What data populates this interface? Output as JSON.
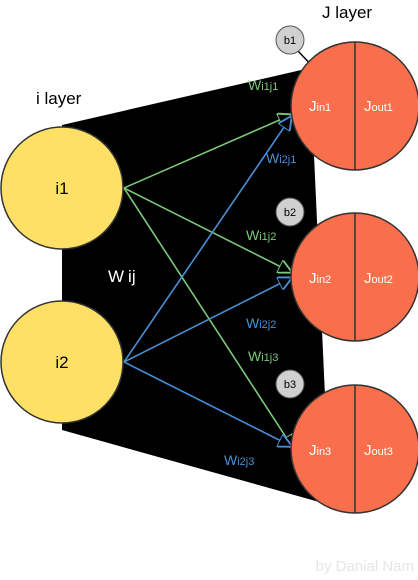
{
  "labels": {
    "i_layer": "i layer",
    "j_layer": "J layer",
    "wij_main": "W",
    "wij_sub": "ij",
    "credit": "by Danial Nam"
  },
  "input_nodes": [
    {
      "label": "i1"
    },
    {
      "label": "i2"
    }
  ],
  "output_nodes": [
    {
      "in_main": "J",
      "in_sub": "in1",
      "out_main": "J",
      "out_sub": "out1",
      "bias": "b1"
    },
    {
      "in_main": "J",
      "in_sub": "in2",
      "out_main": "J",
      "out_sub": "out2",
      "bias": "b2"
    },
    {
      "in_main": "J",
      "in_sub": "in3",
      "out_main": "J",
      "out_sub": "out3",
      "bias": "b3"
    }
  ],
  "weights": [
    {
      "main": "W",
      "sub": "i1j1"
    },
    {
      "main": "W",
      "sub": "i2j1"
    },
    {
      "main": "W",
      "sub": "i1j2"
    },
    {
      "main": "W",
      "sub": "i2j2"
    },
    {
      "main": "W",
      "sub": "i1j3"
    },
    {
      "main": "W",
      "sub": "i2j3"
    }
  ],
  "colors": {
    "background_shape": "#000000",
    "input_fill": "#ffe066",
    "input_stroke": "#333333",
    "output_fill": "#f96f4b",
    "output_stroke": "#333333",
    "bias_fill": "#d0d0d0",
    "green_arrow": "#7dc87a",
    "blue_arrow": "#4a8fd6"
  }
}
